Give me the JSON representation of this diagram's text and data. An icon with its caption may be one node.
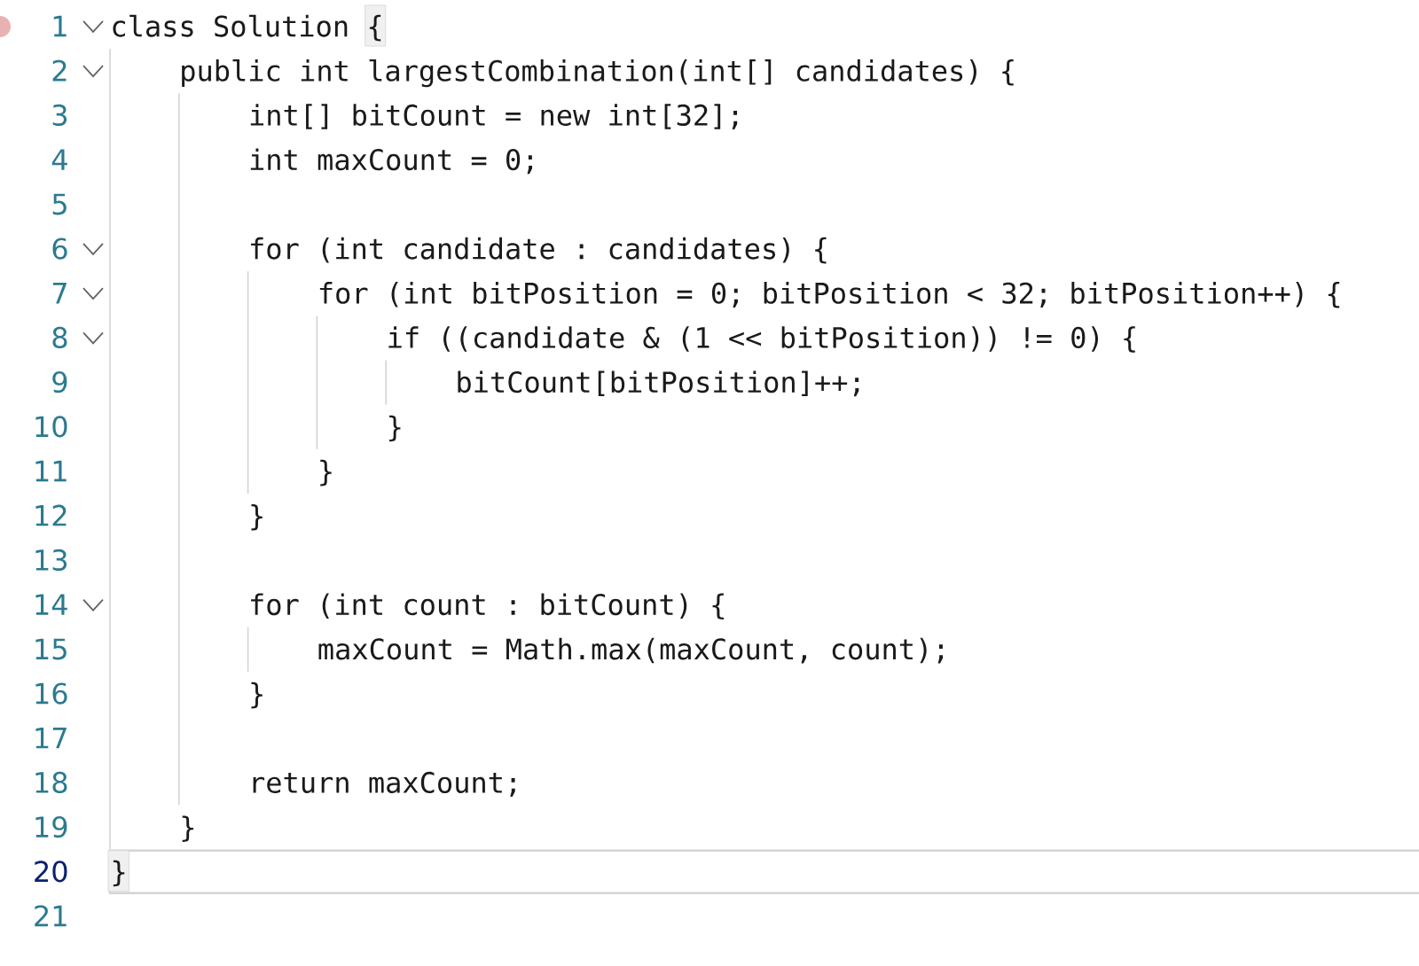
{
  "diagram": {
    "labels": [
      "1",
      "class Solution {",
      "2",
      "public int largestCombination(int[] candidates) {",
      "3",
      "int[] bitCount = new int[32];",
      "4",
      "int maxCount = 0;",
      "5",
      "6",
      "for (int candidate : candidates) {",
      "7",
      "for (int bitPosition = 0; bitPosition < 32; bitPosition++) {",
      "8",
      "if ((candidate & (1 << bitPosition)) != 0) {",
      "9",
      "bitCount[bitPosition]++;",
      "10",
      "}",
      "11",
      "}",
      "12",
      "}",
      "13",
      "14",
      "for (int count : bitCount) {",
      "15",
      "maxCount = Math.max(maxCount, count);",
      "16",
      "}",
      "17",
      "18",
      "return maxCount;",
      "19",
      "}",
      "20",
      "}",
      "21"
    ]
  }
}
